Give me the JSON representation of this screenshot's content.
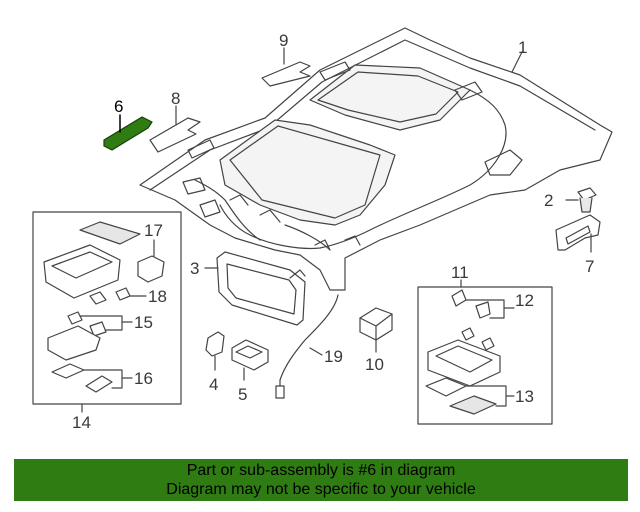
{
  "diagram": {
    "callouts": {
      "c1": "1",
      "c2": "2",
      "c3": "3",
      "c4": "4",
      "c5": "5",
      "c6": "6",
      "c7": "7",
      "c8": "8",
      "c9": "9",
      "c10": "10",
      "c11": "11",
      "c12": "12",
      "c13": "13",
      "c14": "14",
      "c15": "15",
      "c16": "16",
      "c17": "17",
      "c18": "18",
      "c19": "19"
    },
    "highlighted_part": "6",
    "colors": {
      "highlight": "#2f7d12",
      "line": "#444444",
      "shade": "#d8d8d8"
    }
  },
  "banner": {
    "line1": "Part or sub-assembly is #6 in diagram",
    "line2": "Diagram may not be specific to your vehicle"
  }
}
